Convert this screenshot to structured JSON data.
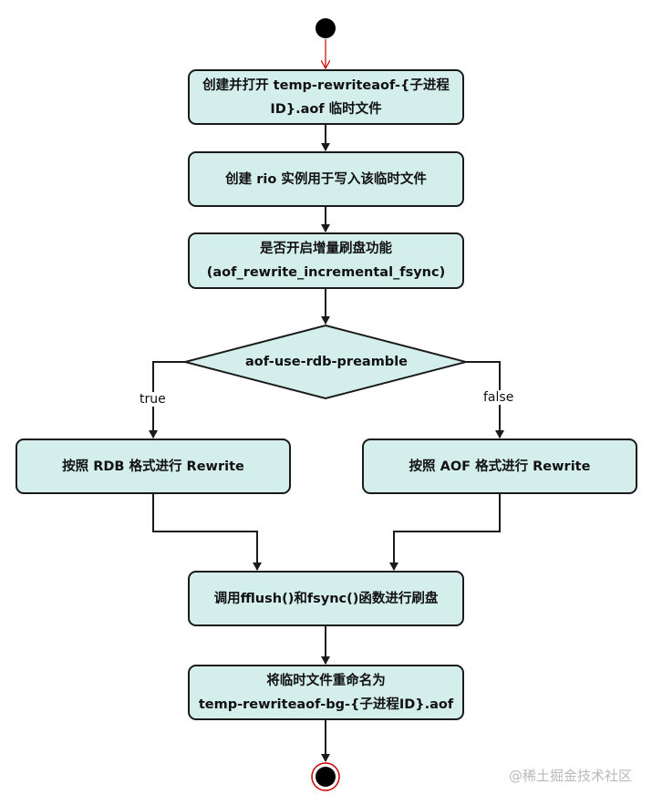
{
  "nodes": {
    "create_temp": {
      "line1": "创建并打开 temp-rewriteaof-{子进程",
      "line2": "ID}.aof 临时文件"
    },
    "create_rio": {
      "line1": "创建 rio 实例用于写入该临时文件"
    },
    "incremental_fsync": {
      "line1": "是否开启增量刷盘功能",
      "line2": "(aof_rewrite_incremental_fsync)"
    },
    "decision": {
      "label": "aof-use-rdb-preamble"
    },
    "rdb_rewrite": {
      "line1": "按照 RDB 格式进行 Rewrite"
    },
    "aof_rewrite": {
      "line1": "按照 AOF 格式进行 Rewrite"
    },
    "flush": {
      "line1": "调用fflush()和fsync()函数进行刷盘"
    },
    "rename": {
      "line1": "将临时文件重命名为",
      "line2": "temp-rewriteaof-bg-{子进程ID}.aof"
    }
  },
  "edges": {
    "true_label": "true",
    "false_label": "false"
  },
  "watermark": "@稀土掘金技术社区",
  "colors": {
    "node_fill": "#d4efeb",
    "stroke": "#1a1a1a",
    "start_arrow": "#cc0000",
    "end_ring": "#cc0000"
  }
}
